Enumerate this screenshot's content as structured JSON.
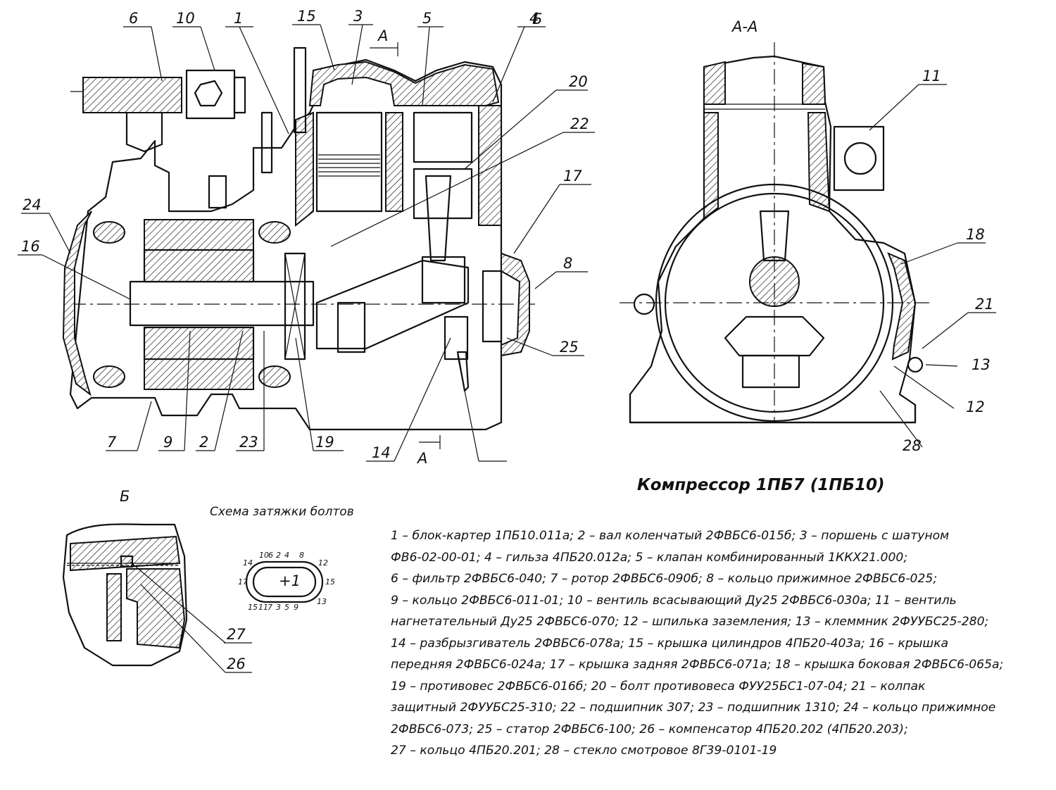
{
  "title": "Компрессор 1ПБ7 (1ПБ10)",
  "section_a_label": "А-А",
  "section_a_marks": [
    "А",
    "А"
  ],
  "view_b_label": "Б",
  "view_b_marker": "Б",
  "scheme_caption": "Схема затяжки болтов",
  "bolt_scheme_numbers": [
    "10",
    "6",
    "2",
    "4",
    "8",
    "14",
    "12",
    "17",
    "+1",
    "15",
    "15",
    "11",
    "7",
    "3",
    "5",
    "9",
    "13"
  ],
  "callouts": {
    "main": [
      "6",
      "10",
      "1",
      "15",
      "3",
      "5",
      "4",
      "20",
      "22",
      "17",
      "24",
      "16",
      "8",
      "25",
      "7",
      "9",
      "2",
      "23",
      "19",
      "14"
    ],
    "section": [
      "11",
      "18",
      "21",
      "13",
      "12",
      "28"
    ],
    "detail": [
      "27",
      "26"
    ]
  },
  "legend": [
    "1 – блок-картер 1ПБ10.011а; 2 – вал коленчатый 2ФВБС6-015б; 3 – поршень с шатуном",
    "ФВ6-02-00-01; 4 – гильза 4ПБ20.012а; 5 – клапан комбинированный 1ККХ21.000;",
    "6 – фильтр 2ФВБС6-040; 7 – ротор 2ФВБС6-090б; 8 – кольцо прижимное 2ФВБС6-025;",
    "9 – кольцо 2ФВБС6-011-01; 10 – вентиль всасывающий Ду25 2ФВБС6-030а; 11 – вентиль",
    "нагнетательный Ду25 2ФВБС6-070; 12 – шпилька заземления; 13 – клеммник 2ФУУБС25-280;",
    "14 – разбрызгиватель 2ФВБС6-078а; 15 – крышка цилиндров 4ПБ20-403а; 16 – крышка",
    "передняя 2ФВБС6-024а; 17 – крышка задняя 2ФВБС6-071а; 18 – крышка боковая 2ФВБС6-065а;",
    "19 – противовес 2ФВБС6-016б; 20 – болт противовеса ФУУ25БС1-07-04; 21 – колпак",
    "защитный 2ФУУБС25-310; 22 – подшипник 307; 23 – подшипник 1310; 24 – кольцо прижимное",
    "2ФВБС6-073; 25 – статор 2ФВБС6-100; 26 – компенсатор 4ПБ20.202 (4ПБ20.203);",
    "27 – кольцо 4ПБ20.201; 28 – стекло смотровое 8Г39-0101-19"
  ]
}
